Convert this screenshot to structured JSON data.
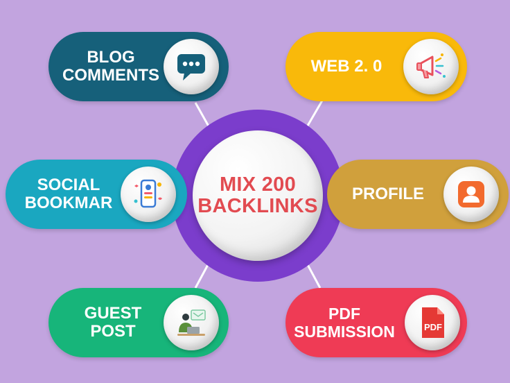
{
  "center": {
    "line1": "MIX 200",
    "line2": "BACKLINKS"
  },
  "nodes": {
    "blog_comments": {
      "line1": "BLOG",
      "line2": "COMMENTS",
      "icon": "chat-bubble-icon",
      "color": "#16607a"
    },
    "web20": {
      "line1": "WEB 2. 0",
      "line2": "",
      "icon": "megaphone-icon",
      "color": "#f9b90a"
    },
    "social_bookmark": {
      "line1": "SOCIAL",
      "line2": "BOOKMAR",
      "icon": "phone-social-icon",
      "color": "#1aa7c0"
    },
    "profile": {
      "line1": "PROFILE",
      "line2": "",
      "icon": "user-profile-icon",
      "color": "#d0a03c"
    },
    "guest_post": {
      "line1": "GUEST",
      "line2": "POST",
      "icon": "person-laptop-icon",
      "color": "#17b57a"
    },
    "pdf_submission": {
      "line1": "PDF",
      "line2": "SUBMISSION",
      "icon": "pdf-file-icon",
      "color": "#ef3b55",
      "icon_text": "PDF"
    }
  },
  "colors": {
    "background": "#c2a4df",
    "ring": "#7b3dcc",
    "center_text": "#e24b51",
    "connector": "#ffffff"
  }
}
